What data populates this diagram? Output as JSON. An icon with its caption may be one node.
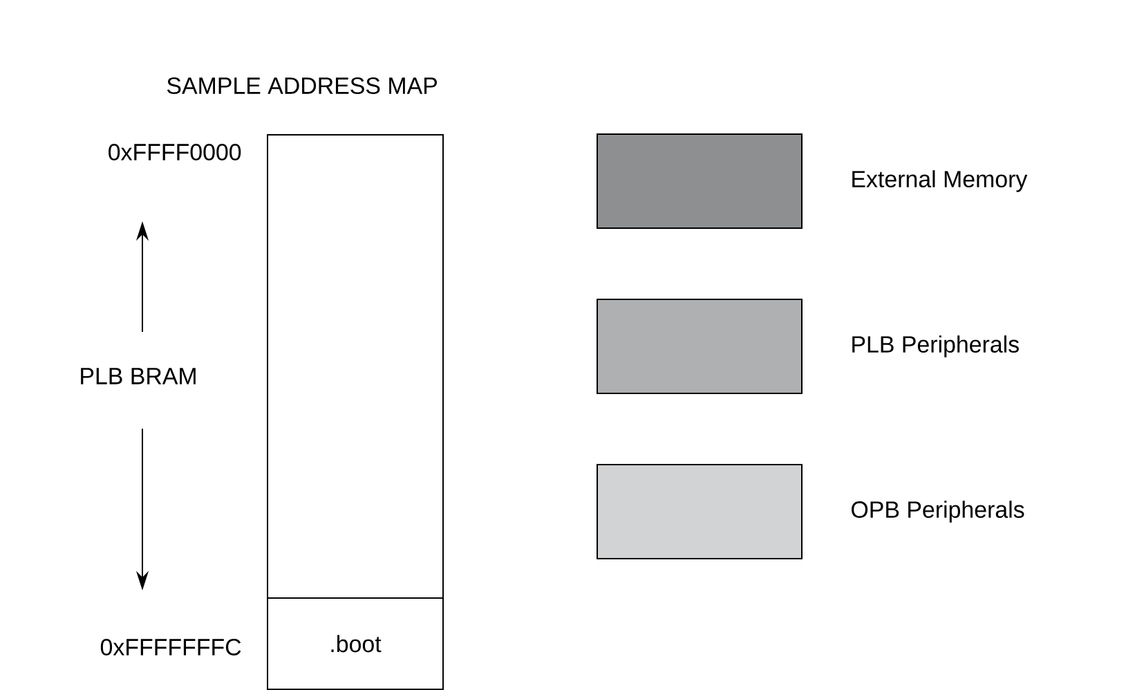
{
  "diagram": {
    "title": "SAMPLE ADDRESS MAP",
    "nodes": [
      {
        "text": [],
        "shape": "box"
      },
      {
        "text": [
          ".boot"
        ]
      }
    ],
    "edges": [],
    "labels": [
      "0xFFFF0000",
      "PLB BRAM",
      "0xFFFFFFFC"
    ],
    "legend": [
      {
        "text": "External Memory",
        "color": "#8e8f91"
      },
      {
        "text": "PLB Peripherals",
        "color": "#aeb0b2"
      },
      {
        "text": "OPB Peripherals",
        "color": "#d2d3d5"
      }
    ]
  }
}
